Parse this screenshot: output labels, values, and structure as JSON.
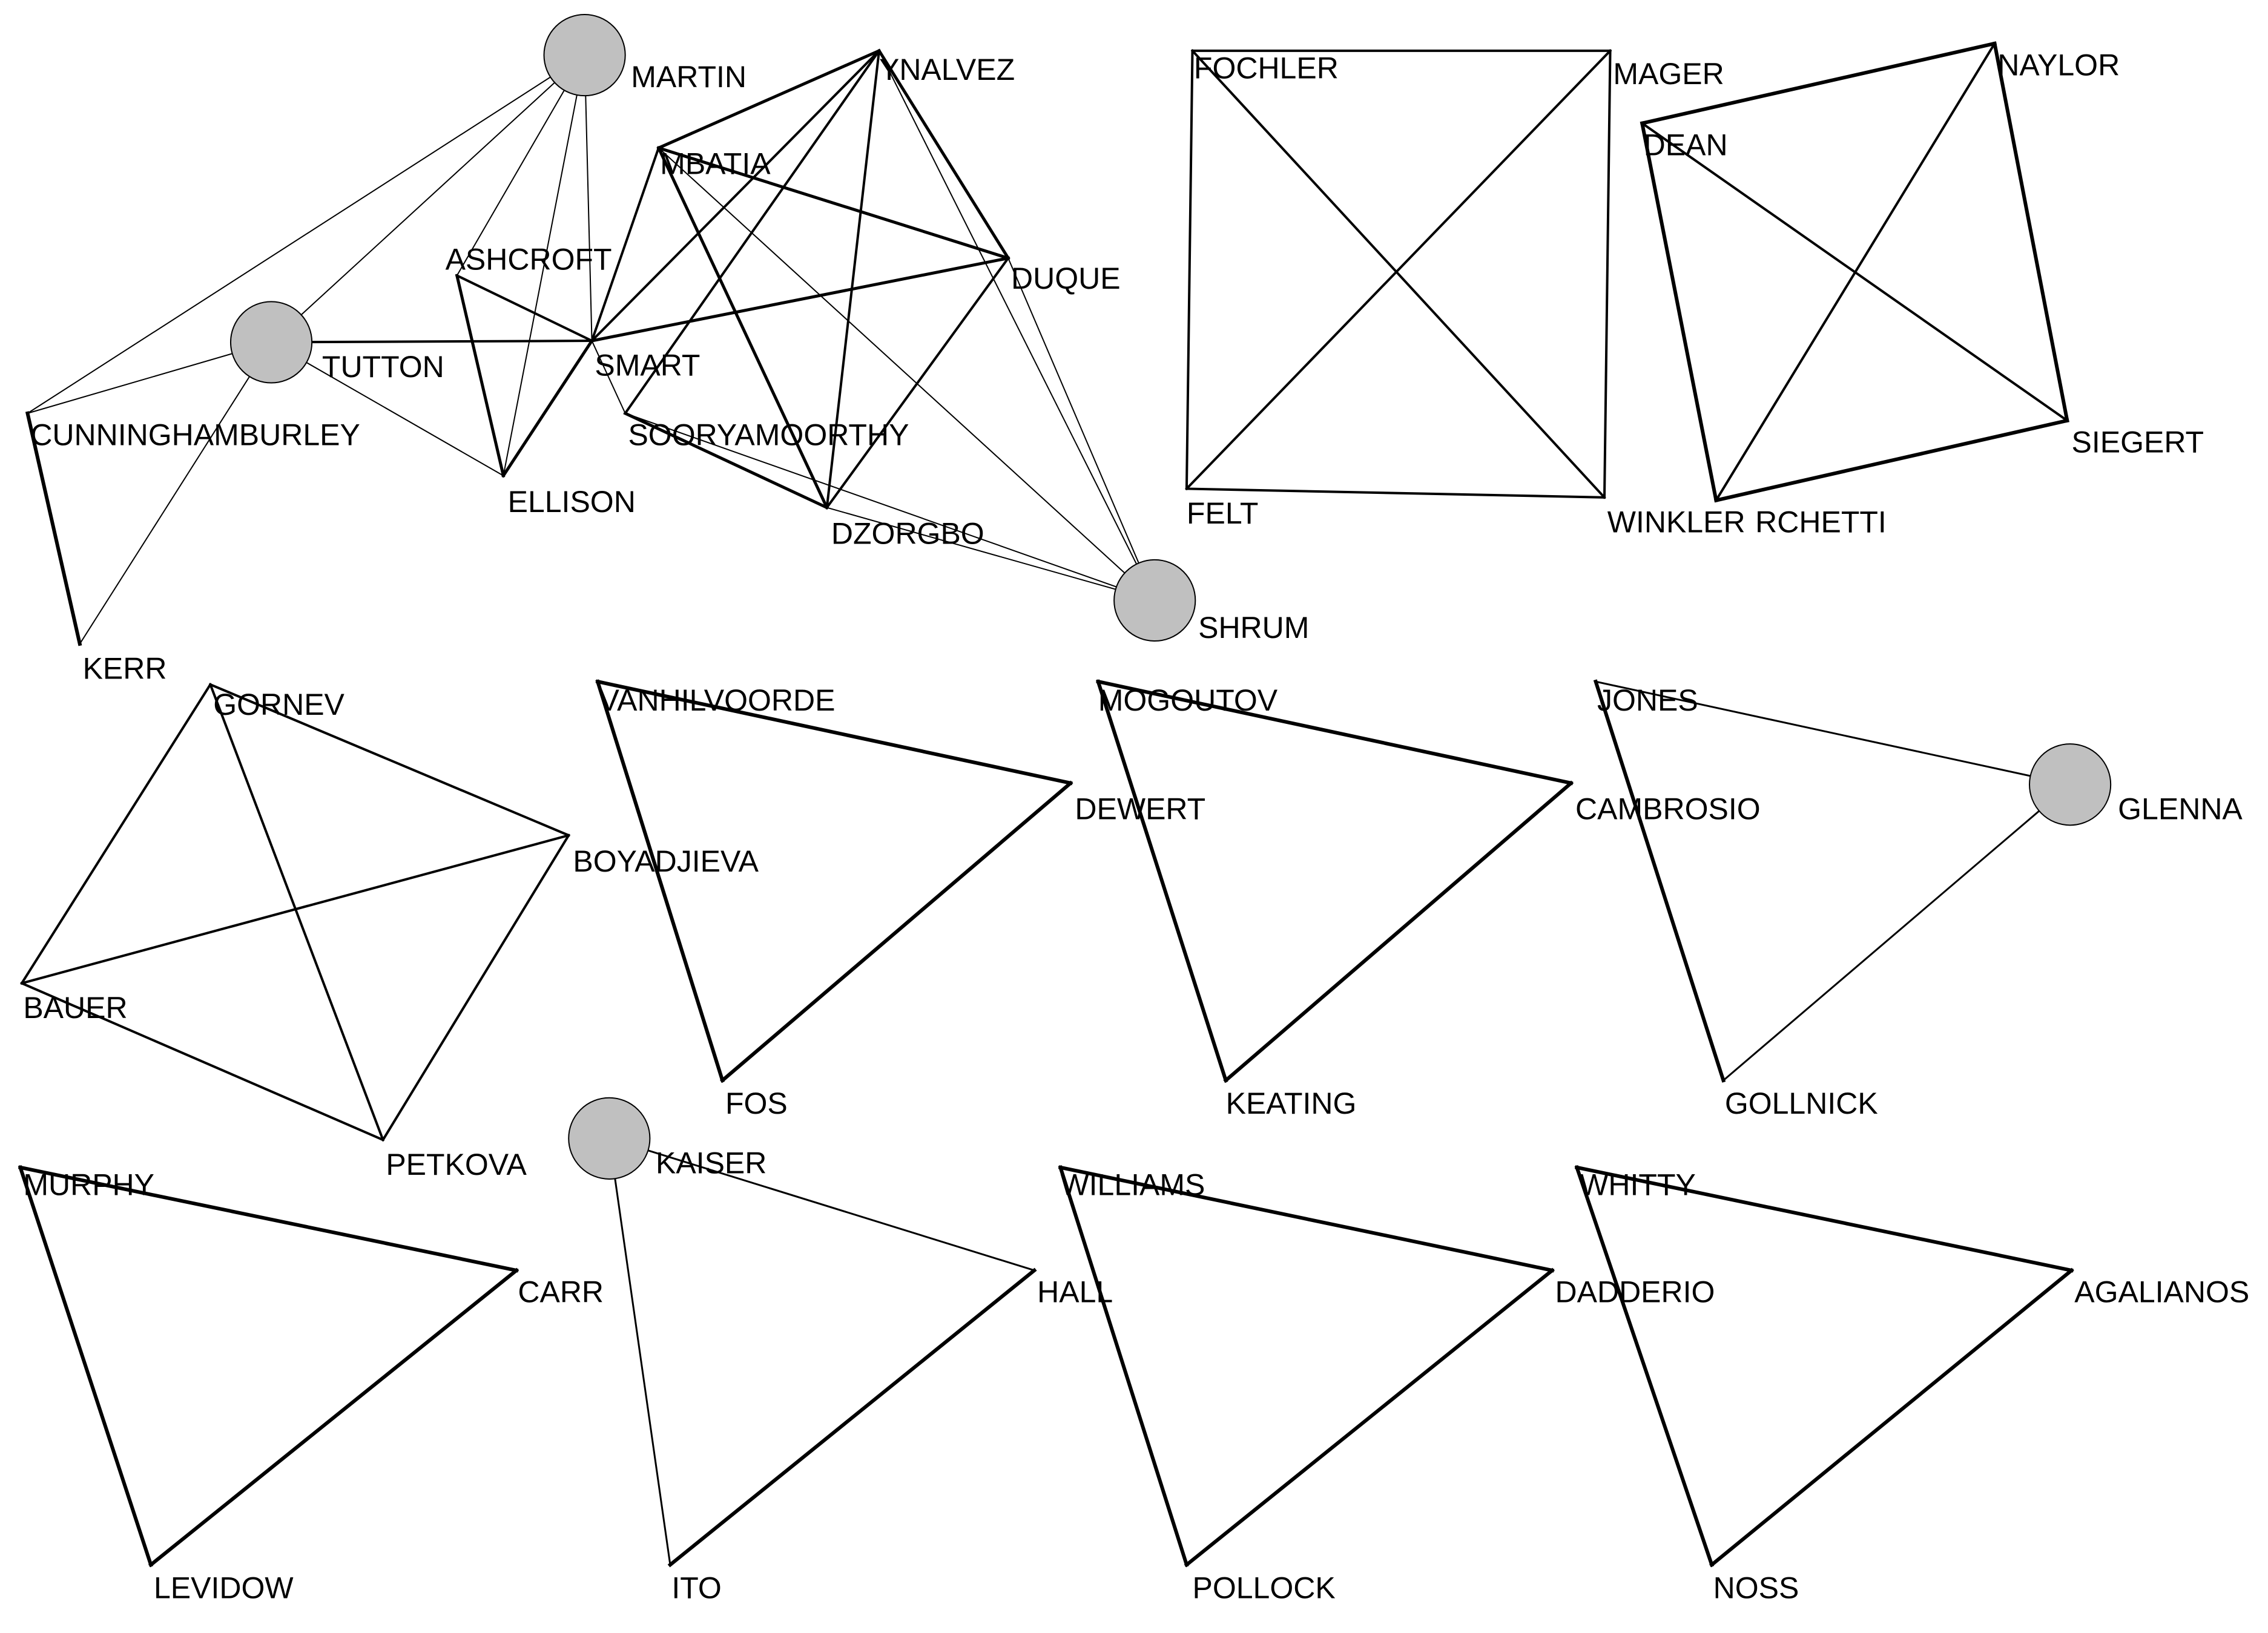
{
  "colors": {
    "background": "#ffffff",
    "edge": "#000000",
    "hub_fill": "#c0c0c0"
  },
  "nodes": [
    {
      "id": "martin",
      "label": "MARTIN",
      "hub": true
    },
    {
      "id": "tutton",
      "label": "TUTTON",
      "hub": true
    },
    {
      "id": "ashcroft",
      "label": "ASHCROFT"
    },
    {
      "id": "smart",
      "label": "SMART"
    },
    {
      "id": "ellison",
      "label": "ELLISON"
    },
    {
      "id": "cunninghamburley",
      "label": "CUNNINGHAMBURLEY"
    },
    {
      "id": "kerr",
      "label": "KERR"
    },
    {
      "id": "ynalvez",
      "label": "YNALVEZ"
    },
    {
      "id": "mbatia",
      "label": "MBATIA"
    },
    {
      "id": "duque",
      "label": "DUQUE"
    },
    {
      "id": "sooryamoorthy",
      "label": "SOORYAMOORTHY"
    },
    {
      "id": "dzorgbo",
      "label": "DZORGBO"
    },
    {
      "id": "shrum",
      "label": "SHRUM",
      "hub": true
    },
    {
      "id": "fochler",
      "label": "FOCHLER"
    },
    {
      "id": "mager",
      "label": "MAGER"
    },
    {
      "id": "felt",
      "label": "FELT"
    },
    {
      "id": "winkler",
      "label": "WINKLER"
    },
    {
      "id": "naylor",
      "label": "NAYLOR"
    },
    {
      "id": "dean",
      "label": "DEAN"
    },
    {
      "id": "siegert",
      "label": "SIEGERT"
    },
    {
      "id": "rchetti",
      "label": "RCHETTI"
    },
    {
      "id": "gornev",
      "label": "GORNEV"
    },
    {
      "id": "boyadjieva",
      "label": "BOYADJIEVA"
    },
    {
      "id": "bauer",
      "label": "BAUER"
    },
    {
      "id": "petkova",
      "label": "PETKOVA"
    },
    {
      "id": "vanhilvoorde",
      "label": "VANHILVOORDE"
    },
    {
      "id": "dewert",
      "label": "DEWERT"
    },
    {
      "id": "fos",
      "label": "FOS"
    },
    {
      "id": "mogoutov",
      "label": "MOGOUTOV"
    },
    {
      "id": "cambrosio",
      "label": "CAMBROSIO"
    },
    {
      "id": "keating",
      "label": "KEATING"
    },
    {
      "id": "jones",
      "label": "JONES"
    },
    {
      "id": "glenna",
      "label": "GLENNA",
      "hub": true
    },
    {
      "id": "gollnick",
      "label": "GOLLNICK"
    },
    {
      "id": "murphy",
      "label": "MURPHY"
    },
    {
      "id": "carr",
      "label": "CARR"
    },
    {
      "id": "levidow",
      "label": "LEVIDOW"
    },
    {
      "id": "kaiser",
      "label": "KAISER",
      "hub": true
    },
    {
      "id": "hall",
      "label": "HALL"
    },
    {
      "id": "ito",
      "label": "ITO"
    },
    {
      "id": "williams",
      "label": "WILLIAMS"
    },
    {
      "id": "dadderio",
      "label": "DADDERIO"
    },
    {
      "id": "pollock",
      "label": "POLLOCK"
    },
    {
      "id": "whitty",
      "label": "WHITTY"
    },
    {
      "id": "agalianos",
      "label": "AGALIANOS"
    },
    {
      "id": "noss",
      "label": "NOSS"
    }
  ],
  "edges": [
    [
      "martin",
      "tutton",
      2
    ],
    [
      "martin",
      "ashcroft",
      2
    ],
    [
      "martin",
      "smart",
      2
    ],
    [
      "martin",
      "ellison",
      2
    ],
    [
      "martin",
      "cunninghamburley",
      2
    ],
    [
      "tutton",
      "smart",
      4
    ],
    [
      "tutton",
      "ellison",
      2
    ],
    [
      "tutton",
      "cunninghamburley",
      2
    ],
    [
      "ashcroft",
      "smart",
      4
    ],
    [
      "ashcroft",
      "ellison",
      5
    ],
    [
      "smart",
      "ellison",
      5
    ],
    [
      "cunninghamburley",
      "kerr",
      6
    ],
    [
      "kerr",
      "tutton",
      2
    ],
    [
      "ynalvez",
      "mbatia",
      5
    ],
    [
      "ynalvez",
      "smart",
      4
    ],
    [
      "ynalvez",
      "duque",
      5
    ],
    [
      "ynalvez",
      "sooryamoorthy",
      4
    ],
    [
      "ynalvez",
      "dzorgbo",
      4
    ],
    [
      "ynalvez",
      "shrum",
      2
    ],
    [
      "mbatia",
      "smart",
      4
    ],
    [
      "mbatia",
      "duque",
      5
    ],
    [
      "mbatia",
      "dzorgbo",
      5
    ],
    [
      "mbatia",
      "shrum",
      2
    ],
    [
      "duque",
      "smart",
      5
    ],
    [
      "duque",
      "dzorgbo",
      4
    ],
    [
      "duque",
      "shrum",
      2
    ],
    [
      "sooryamoorthy",
      "dzorgbo",
      5
    ],
    [
      "sooryamoorthy",
      "shrum",
      2
    ],
    [
      "smart",
      "sooryamoorthy",
      2
    ],
    [
      "dzorgbo",
      "shrum",
      2
    ],
    [
      "fochler",
      "mager",
      4
    ],
    [
      "fochler",
      "felt",
      4
    ],
    [
      "fochler",
      "winkler",
      4
    ],
    [
      "mager",
      "felt",
      4
    ],
    [
      "mager",
      "winkler",
      4
    ],
    [
      "felt",
      "winkler",
      4
    ],
    [
      "dean",
      "naylor",
      6
    ],
    [
      "dean",
      "rchetti",
      6
    ],
    [
      "dean",
      "siegert",
      4
    ],
    [
      "naylor",
      "siegert",
      6
    ],
    [
      "naylor",
      "rchetti",
      4
    ],
    [
      "siegert",
      "rchetti",
      6
    ],
    [
      "gornev",
      "boyadjieva",
      4
    ],
    [
      "gornev",
      "bauer",
      4
    ],
    [
      "gornev",
      "petkova",
      4
    ],
    [
      "boyadjieva",
      "bauer",
      4
    ],
    [
      "boyadjieva",
      "petkova",
      4
    ],
    [
      "bauer",
      "petkova",
      4
    ],
    [
      "vanhilvoorde",
      "dewert",
      6
    ],
    [
      "vanhilvoorde",
      "fos",
      6
    ],
    [
      "dewert",
      "fos",
      6
    ],
    [
      "mogoutov",
      "cambrosio",
      6
    ],
    [
      "mogoutov",
      "keating",
      6
    ],
    [
      "cambrosio",
      "keating",
      6
    ],
    [
      "jones",
      "glenna",
      3
    ],
    [
      "jones",
      "gollnick",
      6
    ],
    [
      "glenna",
      "gollnick",
      3
    ],
    [
      "murphy",
      "carr",
      6
    ],
    [
      "murphy",
      "levidow",
      6
    ],
    [
      "carr",
      "levidow",
      6
    ],
    [
      "kaiser",
      "hall",
      3
    ],
    [
      "kaiser",
      "ito",
      3
    ],
    [
      "hall",
      "ito",
      6
    ],
    [
      "williams",
      "dadderio",
      6
    ],
    [
      "williams",
      "pollock",
      6
    ],
    [
      "dadderio",
      "pollock",
      6
    ],
    [
      "whitty",
      "agalianos",
      6
    ],
    [
      "whitty",
      "noss",
      6
    ],
    [
      "agalianos",
      "noss",
      6
    ]
  ]
}
